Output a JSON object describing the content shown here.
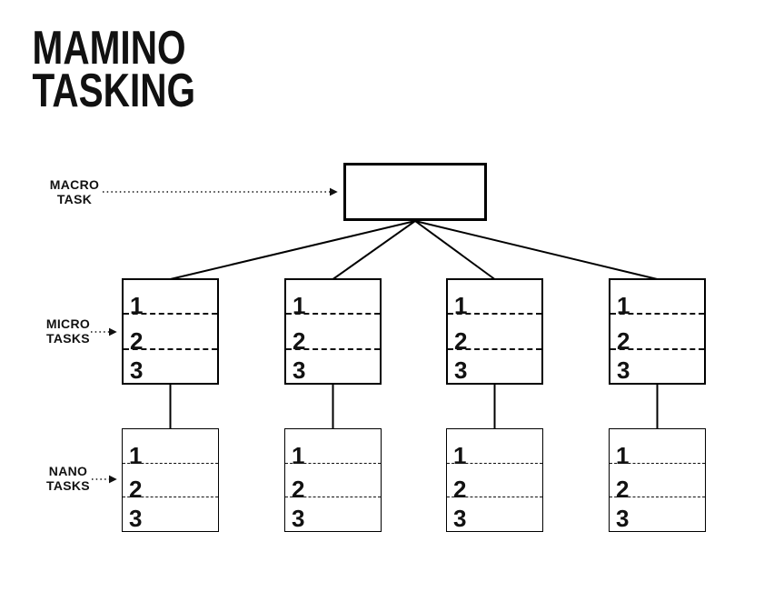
{
  "title": {
    "line1": "MAMINO",
    "line2": "TASKING"
  },
  "labels": {
    "macro": {
      "line1": "MACRO",
      "line2": "TASK"
    },
    "micro": {
      "line1": "MICRO",
      "line2": "TASKS"
    },
    "nano": {
      "line1": "NANO",
      "line2": "TASKS"
    }
  },
  "macro_box": {
    "label": ""
  },
  "micro_boxes": [
    {
      "rows": [
        "1",
        "2",
        "3"
      ]
    },
    {
      "rows": [
        "1",
        "2",
        "3"
      ]
    },
    {
      "rows": [
        "1",
        "2",
        "3"
      ]
    },
    {
      "rows": [
        "1",
        "2",
        "3"
      ]
    }
  ],
  "nano_boxes": [
    {
      "rows": [
        "1",
        "2",
        "3"
      ]
    },
    {
      "rows": [
        "1",
        "2",
        "3"
      ]
    },
    {
      "rows": [
        "1",
        "2",
        "3"
      ]
    },
    {
      "rows": [
        "1",
        "2",
        "3"
      ]
    }
  ],
  "colors": {
    "ink": "#111111",
    "line": "#000000",
    "background": "#ffffff"
  }
}
